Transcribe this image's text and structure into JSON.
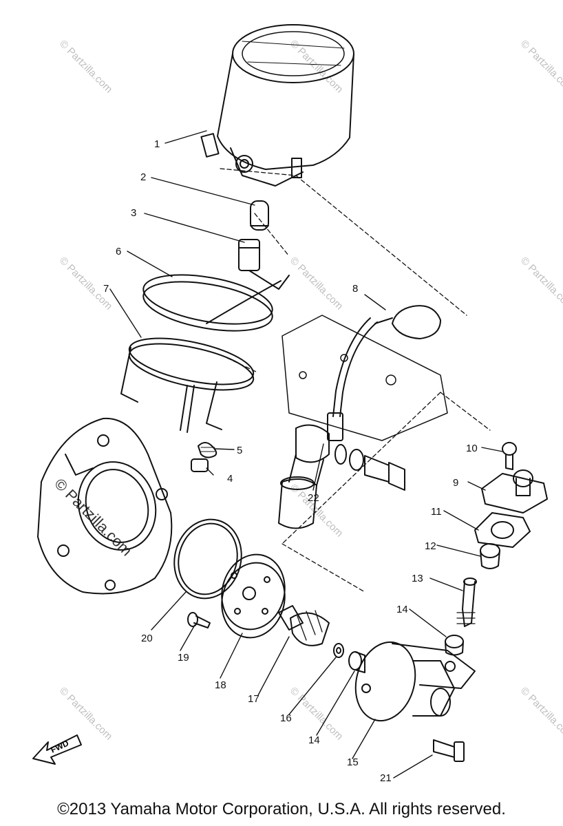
{
  "watermark": {
    "text": "Partzilla.com",
    "symbol": "©"
  },
  "callouts": [
    "1",
    "2",
    "3",
    "6",
    "7",
    "8",
    "5",
    "4",
    "10",
    "9",
    "22",
    "11",
    "12",
    "13",
    "14",
    "20",
    "19",
    "18",
    "17",
    "16",
    "14",
    "15",
    "21"
  ],
  "direction_label": "FWD",
  "copyright": "©2013 Yamaha Motor Corporation, U.S.A. All rights reserved."
}
